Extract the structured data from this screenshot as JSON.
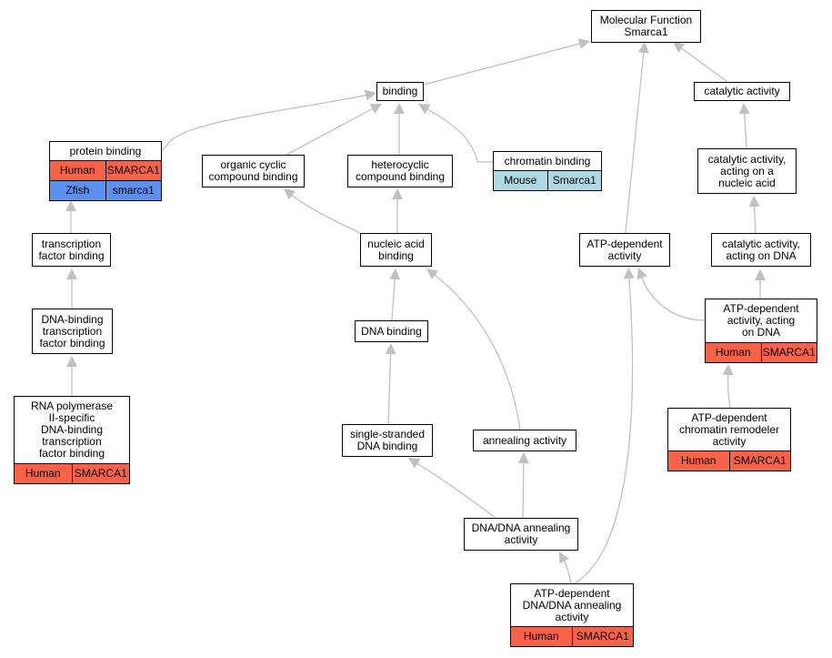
{
  "colors": {
    "edge": "#c0c0c0",
    "human": "#fa6248",
    "zfish": "#5b8ff0",
    "mouse": "#add8e6"
  },
  "nodes": {
    "molecular_function": {
      "lines": [
        "Molecular Function",
        "Smarca1"
      ]
    },
    "binding": {
      "lines": [
        "binding"
      ]
    },
    "catalytic_activity": {
      "lines": [
        "catalytic activity"
      ]
    },
    "protein_binding": {
      "lines": [
        "protein binding"
      ],
      "annotations": [
        {
          "species": "Human",
          "gene": "SMARCA1",
          "color": "#fa6248"
        },
        {
          "species": "Zfish",
          "gene": "smarca1",
          "color": "#5b8ff0"
        }
      ]
    },
    "organic_cyclic_compound_binding": {
      "lines": [
        "organic cyclic",
        "compound binding"
      ]
    },
    "heterocyclic_compound_binding": {
      "lines": [
        "heterocyclic",
        "compound binding"
      ]
    },
    "chromatin_binding": {
      "lines": [
        "chromatin binding"
      ],
      "annotations": [
        {
          "species": "Mouse",
          "gene": "Smarca1",
          "color": "#add8e6"
        }
      ]
    },
    "catalytic_activity_acting_on_nucleic_acid": {
      "lines": [
        "catalytic activity,",
        "acting on a",
        "nucleic acid"
      ]
    },
    "transcription_factor_binding": {
      "lines": [
        "transcription",
        "factor binding"
      ]
    },
    "nucleic_acid_binding": {
      "lines": [
        "nucleic acid",
        "binding"
      ]
    },
    "atp_dependent_activity": {
      "lines": [
        "ATP-dependent",
        "activity"
      ]
    },
    "catalytic_activity_acting_on_dna": {
      "lines": [
        "catalytic activity,",
        "acting on DNA"
      ]
    },
    "dna_binding_transcription_factor_binding": {
      "lines": [
        "DNA-binding",
        "transcription",
        "factor binding"
      ]
    },
    "atp_dependent_activity_acting_on_dna": {
      "lines": [
        "ATP-dependent",
        "activity, acting",
        "on DNA"
      ],
      "annotations": [
        {
          "species": "Human",
          "gene": "SMARCA1",
          "color": "#fa6248"
        }
      ]
    },
    "dna_binding": {
      "lines": [
        "DNA binding"
      ]
    },
    "rna_polymerase_ii_specific": {
      "lines": [
        "RNA polymerase",
        "II-specific",
        "DNA-binding",
        "transcription",
        "factor binding"
      ],
      "annotations": [
        {
          "species": "Human",
          "gene": "SMARCA1",
          "color": "#fa6248"
        }
      ]
    },
    "atp_dependent_chromatin_remodeler_activity": {
      "lines": [
        "ATP-dependent",
        "chromatin remodeler",
        "activity"
      ],
      "annotations": [
        {
          "species": "Human",
          "gene": "SMARCA1",
          "color": "#fa6248"
        }
      ]
    },
    "single_stranded_dna_binding": {
      "lines": [
        "single-stranded",
        "DNA binding"
      ]
    },
    "annealing_activity": {
      "lines": [
        "annealing activity"
      ]
    },
    "dna_dna_annealing_activity": {
      "lines": [
        "DNA/DNA annealing",
        "activity"
      ]
    },
    "atp_dependent_dna_dna_annealing_activity": {
      "lines": [
        "ATP-dependent",
        "DNA/DNA annealing",
        "activity"
      ],
      "annotations": [
        {
          "species": "Human",
          "gene": "SMARCA1",
          "color": "#fa6248"
        }
      ]
    }
  },
  "edges": [
    {
      "from": "binding",
      "to": "molecular_function"
    },
    {
      "from": "atp_dependent_activity",
      "to": "molecular_function"
    },
    {
      "from": "catalytic_activity",
      "to": "molecular_function"
    },
    {
      "from": "protein_binding",
      "to": "binding"
    },
    {
      "from": "organic_cyclic_compound_binding",
      "to": "binding"
    },
    {
      "from": "heterocyclic_compound_binding",
      "to": "binding"
    },
    {
      "from": "chromatin_binding",
      "to": "binding"
    },
    {
      "from": "catalytic_activity_acting_on_nucleic_acid",
      "to": "catalytic_activity"
    },
    {
      "from": "transcription_factor_binding",
      "to": "protein_binding"
    },
    {
      "from": "nucleic_acid_binding",
      "to": "organic_cyclic_compound_binding"
    },
    {
      "from": "nucleic_acid_binding",
      "to": "heterocyclic_compound_binding"
    },
    {
      "from": "catalytic_activity_acting_on_dna",
      "to": "catalytic_activity_acting_on_nucleic_acid"
    },
    {
      "from": "dna_binding_transcription_factor_binding",
      "to": "transcription_factor_binding"
    },
    {
      "from": "dna_binding",
      "to": "nucleic_acid_binding"
    },
    {
      "from": "annealing_activity",
      "to": "nucleic_acid_binding"
    },
    {
      "from": "atp_dependent_activity_acting_on_dna",
      "to": "atp_dependent_activity"
    },
    {
      "from": "atp_dependent_activity_acting_on_dna",
      "to": "catalytic_activity_acting_on_dna"
    },
    {
      "from": "rna_polymerase_ii_specific",
      "to": "dna_binding_transcription_factor_binding"
    },
    {
      "from": "single_stranded_dna_binding",
      "to": "dna_binding"
    },
    {
      "from": "atp_dependent_chromatin_remodeler_activity",
      "to": "atp_dependent_activity_acting_on_dna"
    },
    {
      "from": "dna_dna_annealing_activity",
      "to": "single_stranded_dna_binding"
    },
    {
      "from": "dna_dna_annealing_activity",
      "to": "annealing_activity"
    },
    {
      "from": "atp_dependent_dna_dna_annealing_activity",
      "to": "dna_dna_annealing_activity"
    },
    {
      "from": "atp_dependent_dna_dna_annealing_activity",
      "to": "atp_dependent_activity"
    }
  ]
}
